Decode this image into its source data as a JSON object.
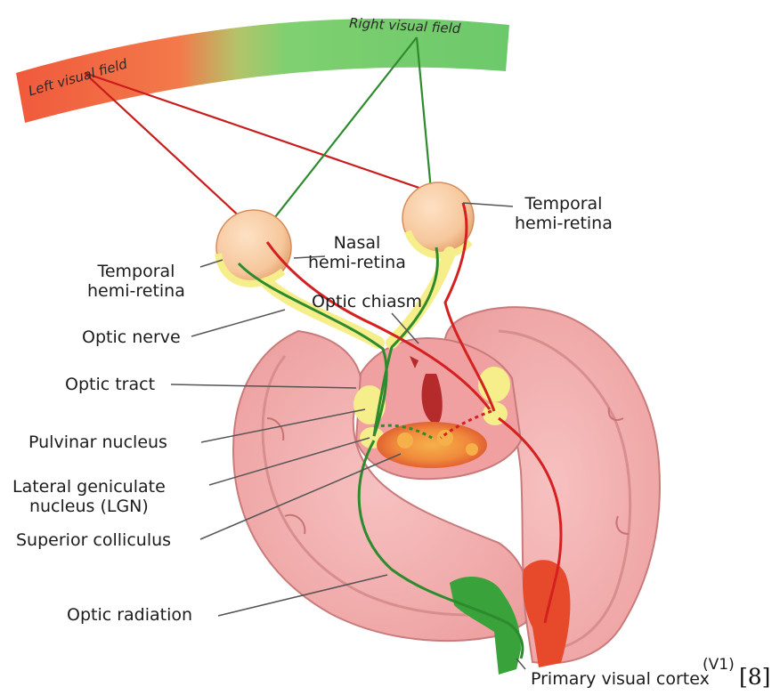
{
  "fields": {
    "left": "Left visual field",
    "right": "Right visual field"
  },
  "labels": {
    "temporal_right_1": "Temporal",
    "temporal_right_2": "hemi-retina",
    "nasal_1": "Nasal",
    "nasal_2": "hemi-retina",
    "temporal_left_1": "Temporal",
    "temporal_left_2": "hemi-retina",
    "optic_chiasm": "Optic chiasm",
    "optic_nerve": "Optic nerve",
    "optic_tract": "Optic tract",
    "pulvinar": "Pulvinar nucleus",
    "lgn_1": "Lateral geniculate",
    "lgn_2": "nucleus (LGN)",
    "superior_colliculus": "Superior colliculus",
    "optic_radiation": "Optic radiation",
    "v1": "(V1)",
    "primary_visual_cortex": "Primary visual cortex",
    "citation": "[8]"
  },
  "colors": {
    "left_field": "#f05a3c",
    "right_field": "#6cc96a",
    "left_pathway": "#d42020",
    "right_pathway": "#2d8a2d",
    "brain_tissue": "#f2a7a7",
    "brain_edge": "#c97b7b",
    "eye": "#f6c79c",
    "nucleus": "#f5ee8a"
  }
}
